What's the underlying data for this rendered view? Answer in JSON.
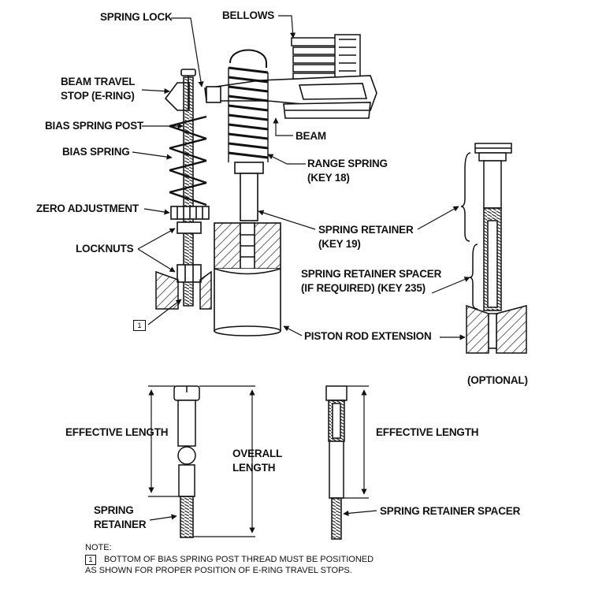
{
  "labels": {
    "spring_lock": "SPRING LOCK",
    "bellows": "BELLOWS",
    "beam_travel_stop_1": "BEAM TRAVEL",
    "beam_travel_stop_2": "STOP (E-RING)",
    "bias_spring_post": "BIAS SPRING POST",
    "bias_spring": "BIAS SPRING",
    "beam": "BEAM",
    "range_spring_1": "RANGE SPRING",
    "range_spring_2": "(KEY 18)",
    "zero_adjustment": "ZERO ADJUSTMENT",
    "locknuts": "LOCKNUTS",
    "spring_retainer_1": "SPRING RETAINER",
    "spring_retainer_2": "(KEY 19)",
    "spring_retainer_spacer_1": "SPRING RETAINER SPACER",
    "spring_retainer_spacer_2": "(IF REQUIRED) (KEY 235)",
    "piston_rod_extension": "PISTON ROD EXTENSION",
    "optional": "(OPTIONAL)",
    "effective_length_left": "EFFECTIVE LENGTH",
    "overall_length_1": "OVERALL",
    "overall_length_2": "LENGTH",
    "effective_length_right": "EFFECTIVE LENGTH",
    "spring_retainer_bottom_1": "SPRING",
    "spring_retainer_bottom_2": "RETAINER",
    "spring_retainer_spacer_bottom": "SPRING RETAINER SPACER"
  },
  "callout_number": "1",
  "note": {
    "heading": "NOTE:",
    "number": "1",
    "line1": "BOTTOM OF BIAS SPRING POST THREAD MUST BE POSITIONED",
    "line2": "AS SHOWN FOR PROPER POSITION OF E-RING TRAVEL STOPS."
  }
}
